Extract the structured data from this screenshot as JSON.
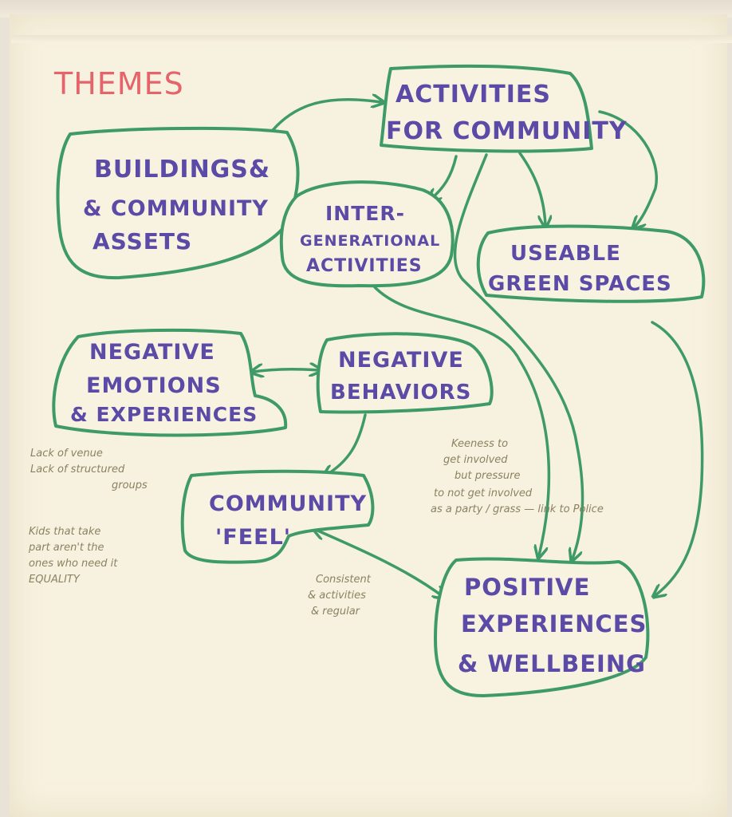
{
  "title": "THEMES",
  "colors": {
    "paper": "#f7f1df",
    "node_border": "#3f9a6a",
    "node_text": "#5b4aa6",
    "title_text": "#e5636a",
    "note_text": "#8a8260"
  },
  "nodes": {
    "activities_for_community": {
      "line1": "ACTIVITIES",
      "line2": "FOR COMMUNITY"
    },
    "buildings": {
      "line1": "BUILDINGS&",
      "line2": "& COMMUNITY",
      "line3": "ASSETS"
    },
    "intergenerational": {
      "line1": "INTER-",
      "line2": "GENERATIONAL",
      "line3": "ACTIVITIES"
    },
    "useable_green_spaces": {
      "line1": "USEABLE",
      "line2": "GREEN SPACES"
    },
    "negative_emotions": {
      "line1": "NEGATIVE",
      "line2": "EMOTIONS",
      "line3": "& EXPERIENCES"
    },
    "negative_behaviors": {
      "line1": "NEGATIVE",
      "line2": "BEHAVIORS"
    },
    "community_feel": {
      "line1": "COMMUNITY",
      "line2": "'FEEL'"
    },
    "positive_experiences": {
      "line1": "POSITIVE",
      "line2": "EXPERIENCES",
      "line3": "& WELLBEING"
    }
  },
  "notes": {
    "lack_of_venue": {
      "line1": "Lack of venue",
      "line2": "Lack of structured",
      "line3": "groups"
    },
    "kids_equality": {
      "line1": "Kids that take",
      "line2": "part aren't the",
      "line3": "ones who need it",
      "line4": "EQUALITY"
    },
    "keenness": {
      "line1": "Keeness to",
      "line2": "get involved",
      "line3": "but pressure",
      "line4": "to not get involved",
      "line5": "as a party / grass — link to Police"
    },
    "consistent": {
      "line1": "Consistent",
      "line2": "& activities",
      "line3": "& regular"
    }
  }
}
